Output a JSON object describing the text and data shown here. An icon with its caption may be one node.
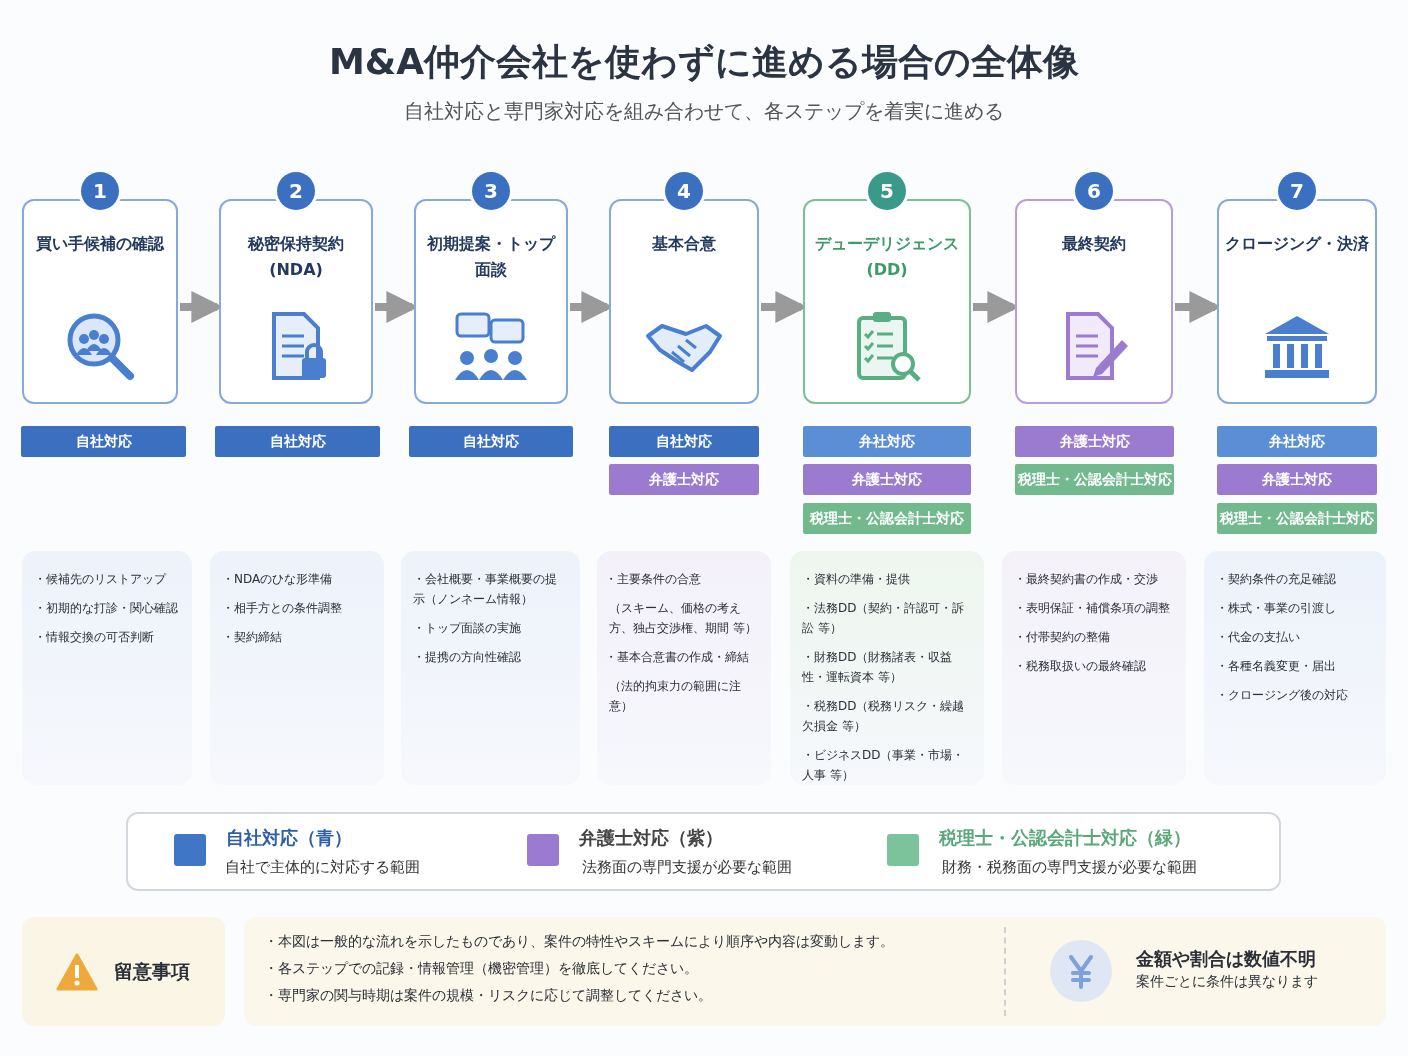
{
  "diagram": {
    "title": "M&A仲介会社を使わずに進める場合の全体像",
    "nodes": [
      {
        "text": [
          "1",
          "買い手候補の確認"
        ]
      },
      {
        "text": [
          "2",
          "秘密保持契約 (NDA)"
        ]
      },
      {
        "text": [
          "3",
          "初期提案・トップ面談"
        ]
      },
      {
        "text": [
          "4",
          "基本合意"
        ]
      },
      {
        "text": [
          "5",
          "デューデリジェンス (DD)"
        ]
      },
      {
        "text": [
          "6",
          "最終契約"
        ]
      },
      {
        "text": [
          "7",
          "クロージング・決済"
        ]
      },
      {
        "text": [
          "自社対応"
        ]
      },
      {
        "text": [
          "自社対応"
        ]
      },
      {
        "text": [
          "自社対応"
        ]
      },
      {
        "text": [
          "自社対応"
        ]
      },
      {
        "text": [
          "弁護士対応"
        ]
      },
      {
        "text": [
          "弁社対応"
        ]
      },
      {
        "text": [
          "弁護士対応"
        ]
      },
      {
        "text": [
          "税理士・公認会計士対応"
        ]
      },
      {
        "text": [
          "弁護士対応"
        ]
      },
      {
        "text": [
          "税理士・公認会計士対応"
        ]
      },
      {
        "text": [
          "弁社対応"
        ]
      },
      {
        "text": [
          "弁護士対応"
        ]
      },
      {
        "text": [
          "税理士・公認会計士対応"
        ]
      },
      {
        "text": [
          "・候補先のリストアップ",
          "・初期的な打診・関心確認",
          "・情報交換の可否判断"
        ]
      },
      {
        "text": [
          "・NDAのひな形準備",
          "・相手方との条件調整",
          "・契約締結"
        ]
      },
      {
        "text": [
          "・会社概要・事業概要の提示（ノンネーム情報）",
          "・トップ面談の実施",
          "・提携の方向性確認"
        ]
      },
      {
        "text": [
          "・主要条件の合意",
          "（スキーム、価格の考え方、独占交渉権、期間 等）",
          "・基本合意書の作成・締結",
          "（法的拘束力の範囲に注意）"
        ]
      },
      {
        "text": [
          "・資料の準備・提供",
          "・法務DD（契約・許認可・訴訟 等）",
          "・財務DD（財務諸表・収益性・運転資本 等）",
          "・税務DD（税務リスク・繰越欠損金 等）",
          "・ビジネスDD（事業・市場・人事 等）"
        ]
      },
      {
        "text": [
          "・最終契約書の作成・交渉",
          "・表明保証・補償条項の調整",
          "・付帯契約の整備",
          "・税務取扱いの最終確認"
        ]
      },
      {
        "text": [
          "・契約条件の充足確認",
          "・株式・事業の引渡し",
          "・代金の支払い",
          "・各種名義変更・届出",
          "・クロージング後の対応"
        ]
      },
      {
        "text": [
          "留意事項"
        ]
      },
      {
        "text": [
          "・本図は一般的な流れを示したものであり、案件の特性やスキームにより順序や内容は変動します。",
          "・各ステップでの記録・情報管理（機密管理）を徹底してください。",
          "・専門家の関与時期は案件の規模・リスクに応じて調整してください。"
        ]
      },
      {
        "text": [
          "金額や割合は数値不明",
          "案件ごとに条件は異なります"
        ],
        "in": 28
      }
    ],
    "edges": [
      {
        "from": 0,
        "to": 1,
        "arrow": "to"
      },
      {
        "from": 1,
        "to": 2,
        "arrow": "to"
      },
      {
        "from": 2,
        "to": 3,
        "arrow": "to"
      },
      {
        "from": 3,
        "to": 4,
        "arrow": "to"
      },
      {
        "from": 4,
        "to": 5,
        "arrow": "to"
      },
      {
        "from": 5,
        "to": 6,
        "arrow": "to"
      }
    ],
    "labels": [
      "自社対応と専門家対応を組み合わせて、各ステップを着実に進める",
      "自社で主体的に対応する範囲",
      "法務面の専門支援が必要な範囲",
      "財務・税務面の専門支援が必要な範囲"
    ],
    "legend": [
      {
        "text": "自社対応（青）",
        "color": "#3f76c6"
      },
      {
        "text": "弁護士対応（紫）",
        "color": "#9b7bd0"
      },
      {
        "text": "税理士・公認会計士対応（緑）",
        "color": "#7cc29a"
      }
    ]
  }
}
